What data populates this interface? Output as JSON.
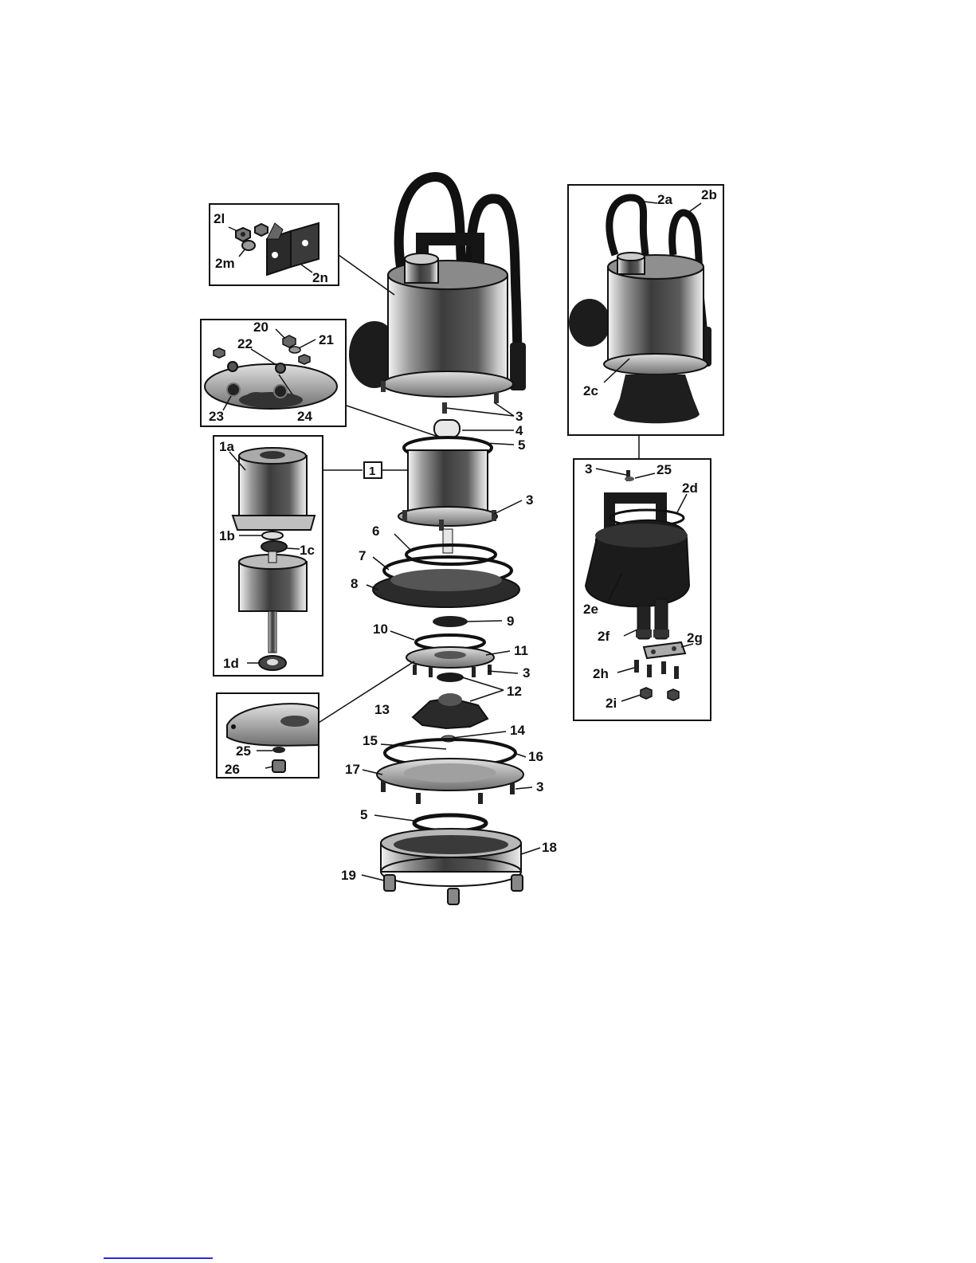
{
  "labels": {
    "l2l": "2l",
    "l2m": "2m",
    "l2n": "2n",
    "l20": "20",
    "l21": "21",
    "l22": "22",
    "l23": "23",
    "l24": "24",
    "l1a": "1a",
    "l1b": "1b",
    "l1c": "1c",
    "l1d": "1d",
    "l25a": "25",
    "l26": "26",
    "l1box": "1",
    "l3a": "3",
    "l4": "4",
    "l5a": "5",
    "l3b": "3",
    "l6": "6",
    "l7": "7",
    "l8": "8",
    "l9": "9",
    "l10": "10",
    "l11": "11",
    "l3c": "3",
    "l12": "12",
    "l13": "13",
    "l14": "14",
    "l15": "15",
    "l16": "16",
    "l17": "17",
    "l3d": "3",
    "l5b": "5",
    "l18": "18",
    "l19": "19",
    "l2a": "2a",
    "l2b": "2b",
    "l2c": "2c",
    "l3e": "3",
    "l25b": "25",
    "l2d": "2d",
    "l2e": "2e",
    "l2f": "2f",
    "l2g": "2g",
    "l2h": "2h",
    "l2i": "2i"
  },
  "colors": {
    "outline": "#111111",
    "steel_dark": "#3a3a3a",
    "steel_light": "#d8d8d8",
    "black_plastic": "#1a1a1a",
    "link": "#2a2ae0"
  }
}
